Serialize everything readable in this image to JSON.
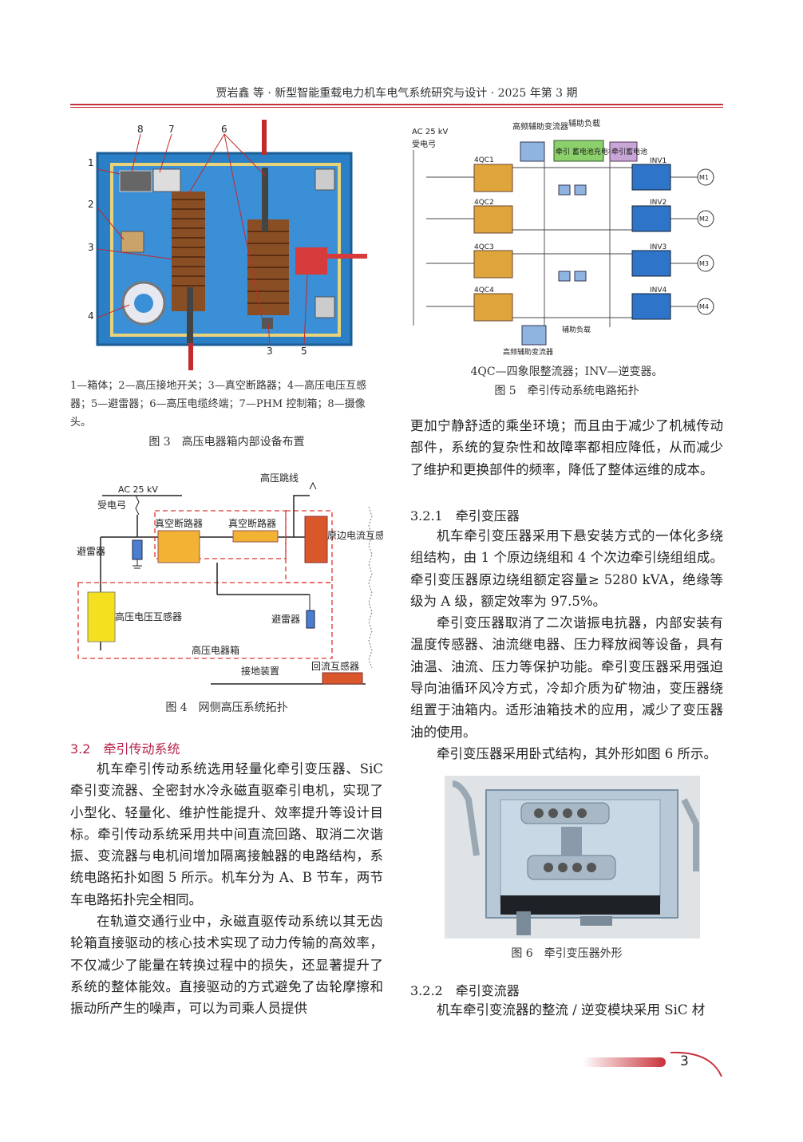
{
  "header": {
    "running_title": "贾岩鑫 等 · 新型智能重载电力机车电气系统研究与设计 · 2025 年第 3 期"
  },
  "fig3": {
    "labels": [
      "1",
      "2",
      "3",
      "4",
      "8",
      "7",
      "6",
      "3",
      "5"
    ],
    "note": "1—箱体；2—高压接地开关；3—真空断路器；4—高压电压互感器；5—避雷器；6—高压电缆终端；7—PHM 控制箱；8—摄像头。",
    "caption": "图 3　高压电器箱内部设备布置"
  },
  "fig4": {
    "labels": {
      "ac": "AC 25 kV",
      "pantograph": "受电弓",
      "arrester1": "避雷器",
      "vcb1": "真空断路器",
      "vcb2": "真空断路器",
      "jumper": "高压跳线",
      "primary_ct": "原边电流互感器",
      "vt": "高压电压互感器",
      "arrester2": "避雷器",
      "box": "高压电器箱",
      "ground": "接地装置",
      "return_ct": "回流互感器"
    },
    "caption": "图 4　网侧高压系统拓扑"
  },
  "fig5": {
    "labels": {
      "ac": "AC 25 kV",
      "pantograph": "受电弓",
      "hf_conv": "高频辅助变流器",
      "aux_load_top": "辅助负载",
      "charger": "牵引 蓄电池充电机",
      "battery": "牵引蓄电池",
      "rect": [
        "4QC1",
        "4QC2",
        "4QC3",
        "4QC4"
      ],
      "inv": [
        "INV1",
        "INV2",
        "INV3",
        "INV4"
      ],
      "motor": [
        "M1",
        "M2",
        "M3",
        "M4"
      ],
      "aux_load_bottom": "辅助负载",
      "hf_conv_bottom": "高频辅助变流器"
    },
    "note": "4QC—四象限整流器；INV—逆变器。",
    "caption": "图 5　牵引传动系统电路拓扑"
  },
  "section_3_2": {
    "heading": "3.2　牵引传动系统",
    "p1": "机车牵引传动系统选用轻量化牵引变压器、SiC 牵引变流器、全密封水冷永磁直驱牵引电机，实现了小型化、轻量化、维护性能提升、效率提升等设计目标。牵引传动系统采用共中间直流回路、取消二次谐振、变流器与电机间增加隔离接触器的电路结构，系统电路拓扑如图 5 所示。机车分为 A、B 节车，两节车电路拓扑完全相同。",
    "p2": "在轨道交通行业中，永磁直驱传动系统以其无齿轮箱直接驱动的核心技术实现了动力传输的高效率，不仅减少了能量在转换过程中的损失，还显著提升了系统的整体能效。直接驱动的方式避免了齿轮摩擦和振动所产生的噪声，可以为司乘人员提供",
    "p3": "更加宁静舒适的乘坐环境；而且由于减少了机械传动部件，系统的复杂性和故障率都相应降低，从而减少了维护和更换部件的频率，降低了整体运维的成本。"
  },
  "section_3_2_1": {
    "heading": "3.2.1　牵引变压器",
    "p1": "机车牵引变压器采用下悬安装方式的一体化多绕组结构，由 1 个原边绕组和 4 个次边牵引绕组组成。牵引变压器原边绕组额定容量≥ 5280 kVA，绝缘等级为 A 级，额定效率为 97.5%。",
    "p2": "牵引变压器取消了二次谐振电抗器，内部安装有温度传感器、油流继电器、压力释放阀等设备，具有油温、油流、压力等保护功能。牵引变压器采用强迫导向油循环风冷方式，冷却介质为矿物油，变压器绕组置于油箱内。适形油箱技术的应用，减少了变压器油的使用。",
    "p3": "牵引变压器采用卧式结构，其外形如图 6 所示。"
  },
  "fig6": {
    "caption": "图 6　牵引变压器外形"
  },
  "section_3_2_2": {
    "heading": "3.2.2　牵引变流器",
    "p1": "机车牵引变流器的整流 / 逆变模块采用 SiC 材"
  },
  "page_number": "3"
}
